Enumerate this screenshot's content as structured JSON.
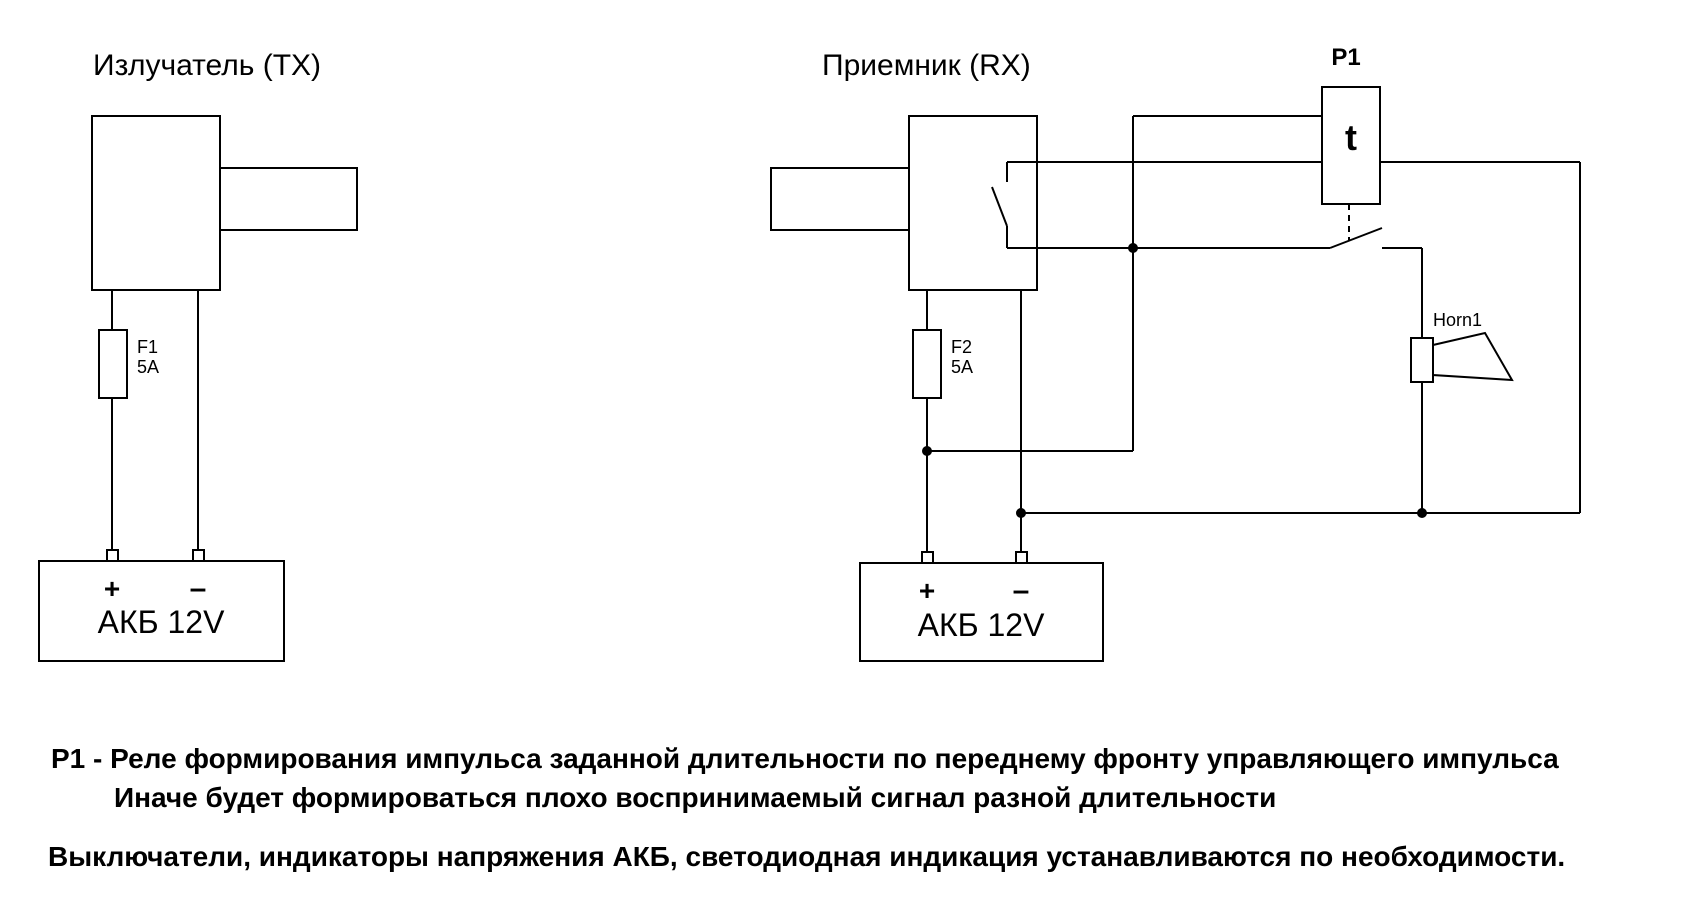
{
  "tx": {
    "title": "Излучатель (TX)",
    "fuse_ref": "F1",
    "fuse_value": "5A",
    "battery_plus": "+",
    "battery_minus": "–",
    "battery_label": "АКБ 12V"
  },
  "rx": {
    "title": "Приемник (RX)",
    "fuse_ref": "F2",
    "fuse_value": "5A",
    "battery_plus": "+",
    "battery_minus": "–",
    "battery_label": "АКБ 12V"
  },
  "relay": {
    "ref": "P1",
    "symbol": "t"
  },
  "horn": {
    "ref": "Horn1"
  },
  "notes": {
    "line1": "P1 - Реле формирования импульса заданной длительности по переднему фронту управляющего импульса",
    "line2": "Иначе будет формироваться плохо воспринимаемый сигнал разной длительности",
    "line3": "Выключатели, индикаторы напряжения АКБ, светодиодная индикация устанавливаются по необходимости."
  }
}
